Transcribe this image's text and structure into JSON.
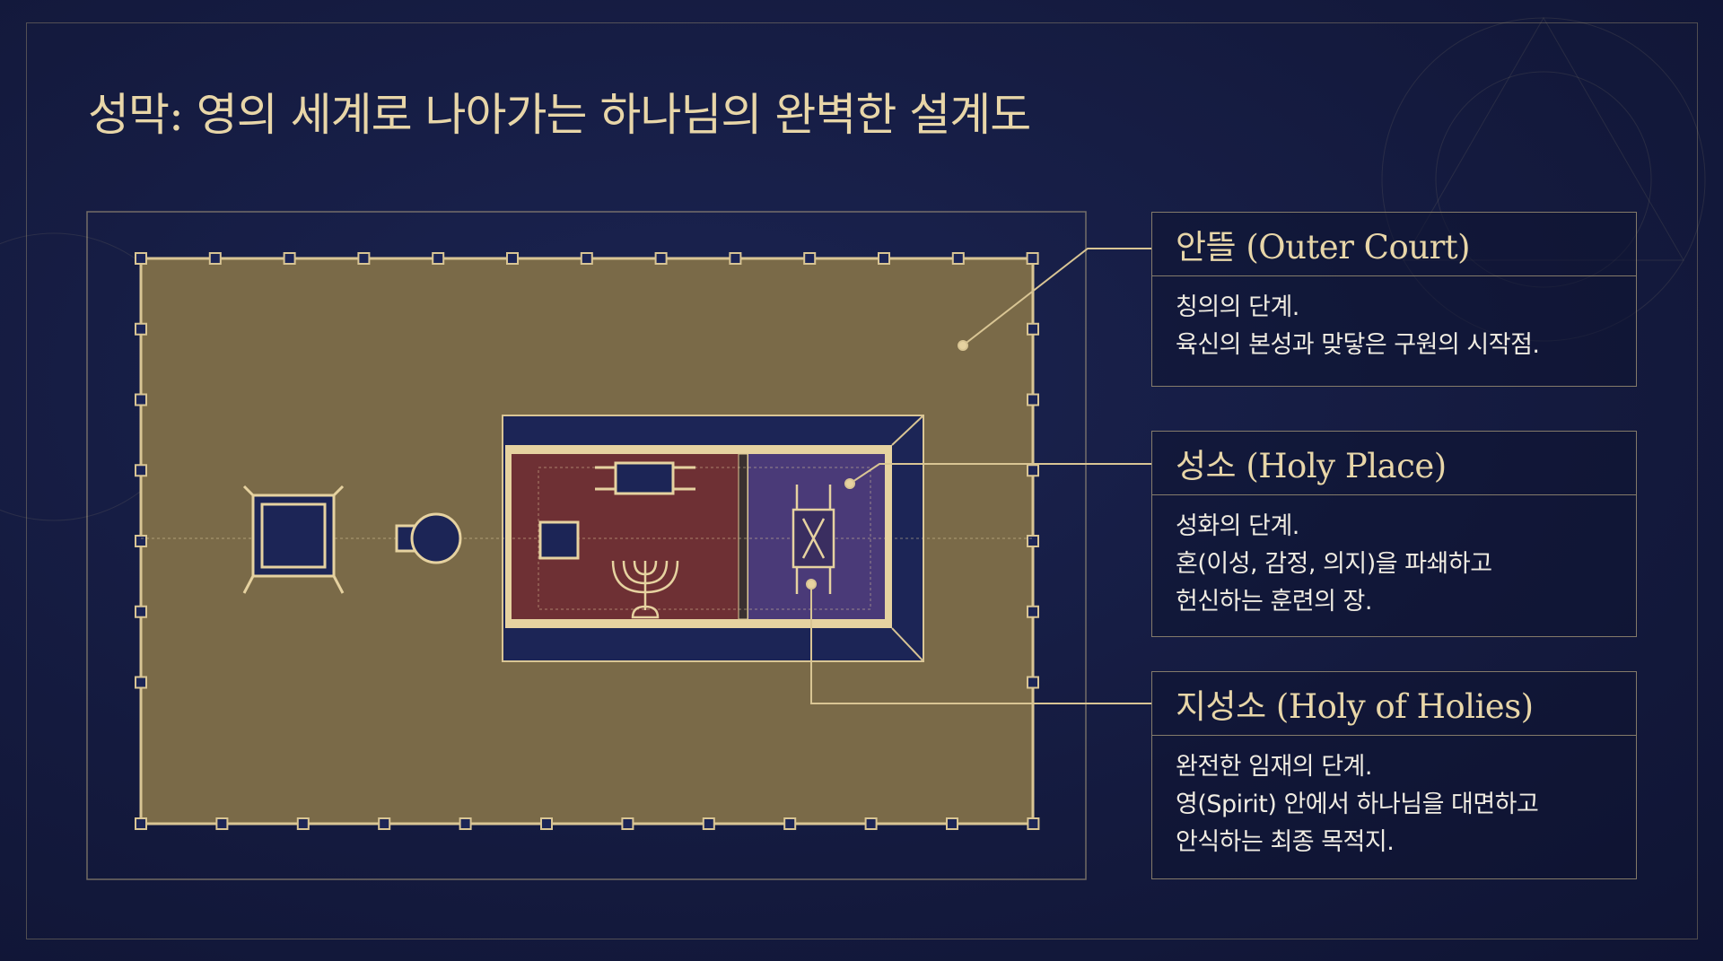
{
  "title": "성막: 영의 세계로 나아가는 하나님의 완벽한 설계도",
  "colors": {
    "background": "#161c44",
    "gold": "#d9c594",
    "court": "#7a6a48",
    "holy_place": "#6e3034",
    "holy_of_holies": "#4a3a78",
    "dark": "#1c2556"
  },
  "icons": [
    "brazen-altar-icon",
    "laver-icon",
    "incense-altar-icon",
    "table-of-showbread-icon",
    "menorah-icon",
    "ark-of-covenant-icon"
  ],
  "cards": [
    {
      "heading": "안뜰 (Outer Court)",
      "lines": [
        "칭의의 단계.",
        "육신의 본성과 맞닿은 구원의 시작점."
      ]
    },
    {
      "heading": "성소 (Holy Place)",
      "lines": [
        "성화의 단계.",
        "혼(이성, 감정, 의지)을 파쇄하고",
        "헌신하는 훈련의 장."
      ]
    },
    {
      "heading": "지성소 (Holy of Holies)",
      "lines": [
        "완전한 임재의 단계.",
        "영(Spirit) 안에서 하나님을 대면하고",
        "안식하는 최종 목적지."
      ]
    }
  ]
}
